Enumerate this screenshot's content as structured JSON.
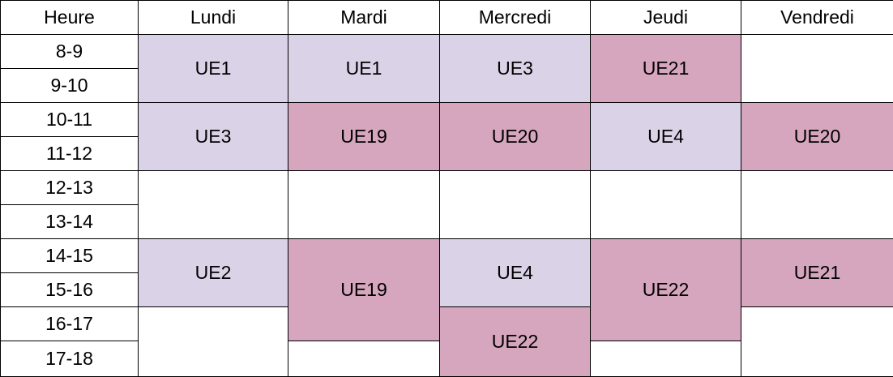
{
  "schedule": {
    "corner_label": "Heure",
    "days": [
      "Lundi",
      "Mardi",
      "Mercredi",
      "Jeudi",
      "Vendredi"
    ],
    "times": [
      "8-9",
      "9-10",
      "10-11",
      "11-12",
      "12-13",
      "13-14",
      "14-15",
      "15-16",
      "16-17",
      "17-18"
    ],
    "colors": {
      "light": "#dad3e8",
      "dark": "#d5a6bd",
      "empty": "#ffffff",
      "border": "#000000",
      "text": "#000000"
    },
    "courses": [
      {
        "day": 0,
        "start": 0,
        "span": 2,
        "label": "UE1",
        "color": "light"
      },
      {
        "day": 1,
        "start": 0,
        "span": 2,
        "label": "UE1",
        "color": "light"
      },
      {
        "day": 2,
        "start": 0,
        "span": 2,
        "label": "UE3",
        "color": "light"
      },
      {
        "day": 3,
        "start": 0,
        "span": 2,
        "label": "UE21",
        "color": "dark"
      },
      {
        "day": 4,
        "start": 0,
        "span": 2,
        "label": "",
        "color": "empty"
      },
      {
        "day": 0,
        "start": 2,
        "span": 2,
        "label": "UE3",
        "color": "light"
      },
      {
        "day": 1,
        "start": 2,
        "span": 2,
        "label": "UE19",
        "color": "dark"
      },
      {
        "day": 2,
        "start": 2,
        "span": 2,
        "label": "UE20",
        "color": "dark"
      },
      {
        "day": 3,
        "start": 2,
        "span": 2,
        "label": "UE4",
        "color": "light"
      },
      {
        "day": 4,
        "start": 2,
        "span": 2,
        "label": "UE20",
        "color": "dark"
      },
      {
        "day": 0,
        "start": 4,
        "span": 2,
        "label": "",
        "color": "empty"
      },
      {
        "day": 1,
        "start": 4,
        "span": 2,
        "label": "",
        "color": "empty"
      },
      {
        "day": 2,
        "start": 4,
        "span": 2,
        "label": "",
        "color": "empty"
      },
      {
        "day": 3,
        "start": 4,
        "span": 2,
        "label": "",
        "color": "empty"
      },
      {
        "day": 4,
        "start": 4,
        "span": 2,
        "label": "",
        "color": "empty"
      },
      {
        "day": 0,
        "start": 6,
        "span": 2,
        "label": "UE2",
        "color": "light"
      },
      {
        "day": 1,
        "start": 6,
        "span": 3,
        "label": "UE19",
        "color": "dark"
      },
      {
        "day": 2,
        "start": 6,
        "span": 2,
        "label": "UE4",
        "color": "light"
      },
      {
        "day": 3,
        "start": 6,
        "span": 3,
        "label": "UE22",
        "color": "dark"
      },
      {
        "day": 4,
        "start": 6,
        "span": 2,
        "label": "UE21",
        "color": "dark"
      },
      {
        "day": 0,
        "start": 8,
        "span": 2,
        "label": "",
        "color": "empty"
      },
      {
        "day": 1,
        "start": 9,
        "span": 1,
        "label": "",
        "color": "empty"
      },
      {
        "day": 2,
        "start": 8,
        "span": 2,
        "label": "UE22",
        "color": "dark"
      },
      {
        "day": 3,
        "start": 9,
        "span": 1,
        "label": "",
        "color": "empty"
      },
      {
        "day": 4,
        "start": 8,
        "span": 2,
        "label": "",
        "color": "empty"
      }
    ]
  }
}
